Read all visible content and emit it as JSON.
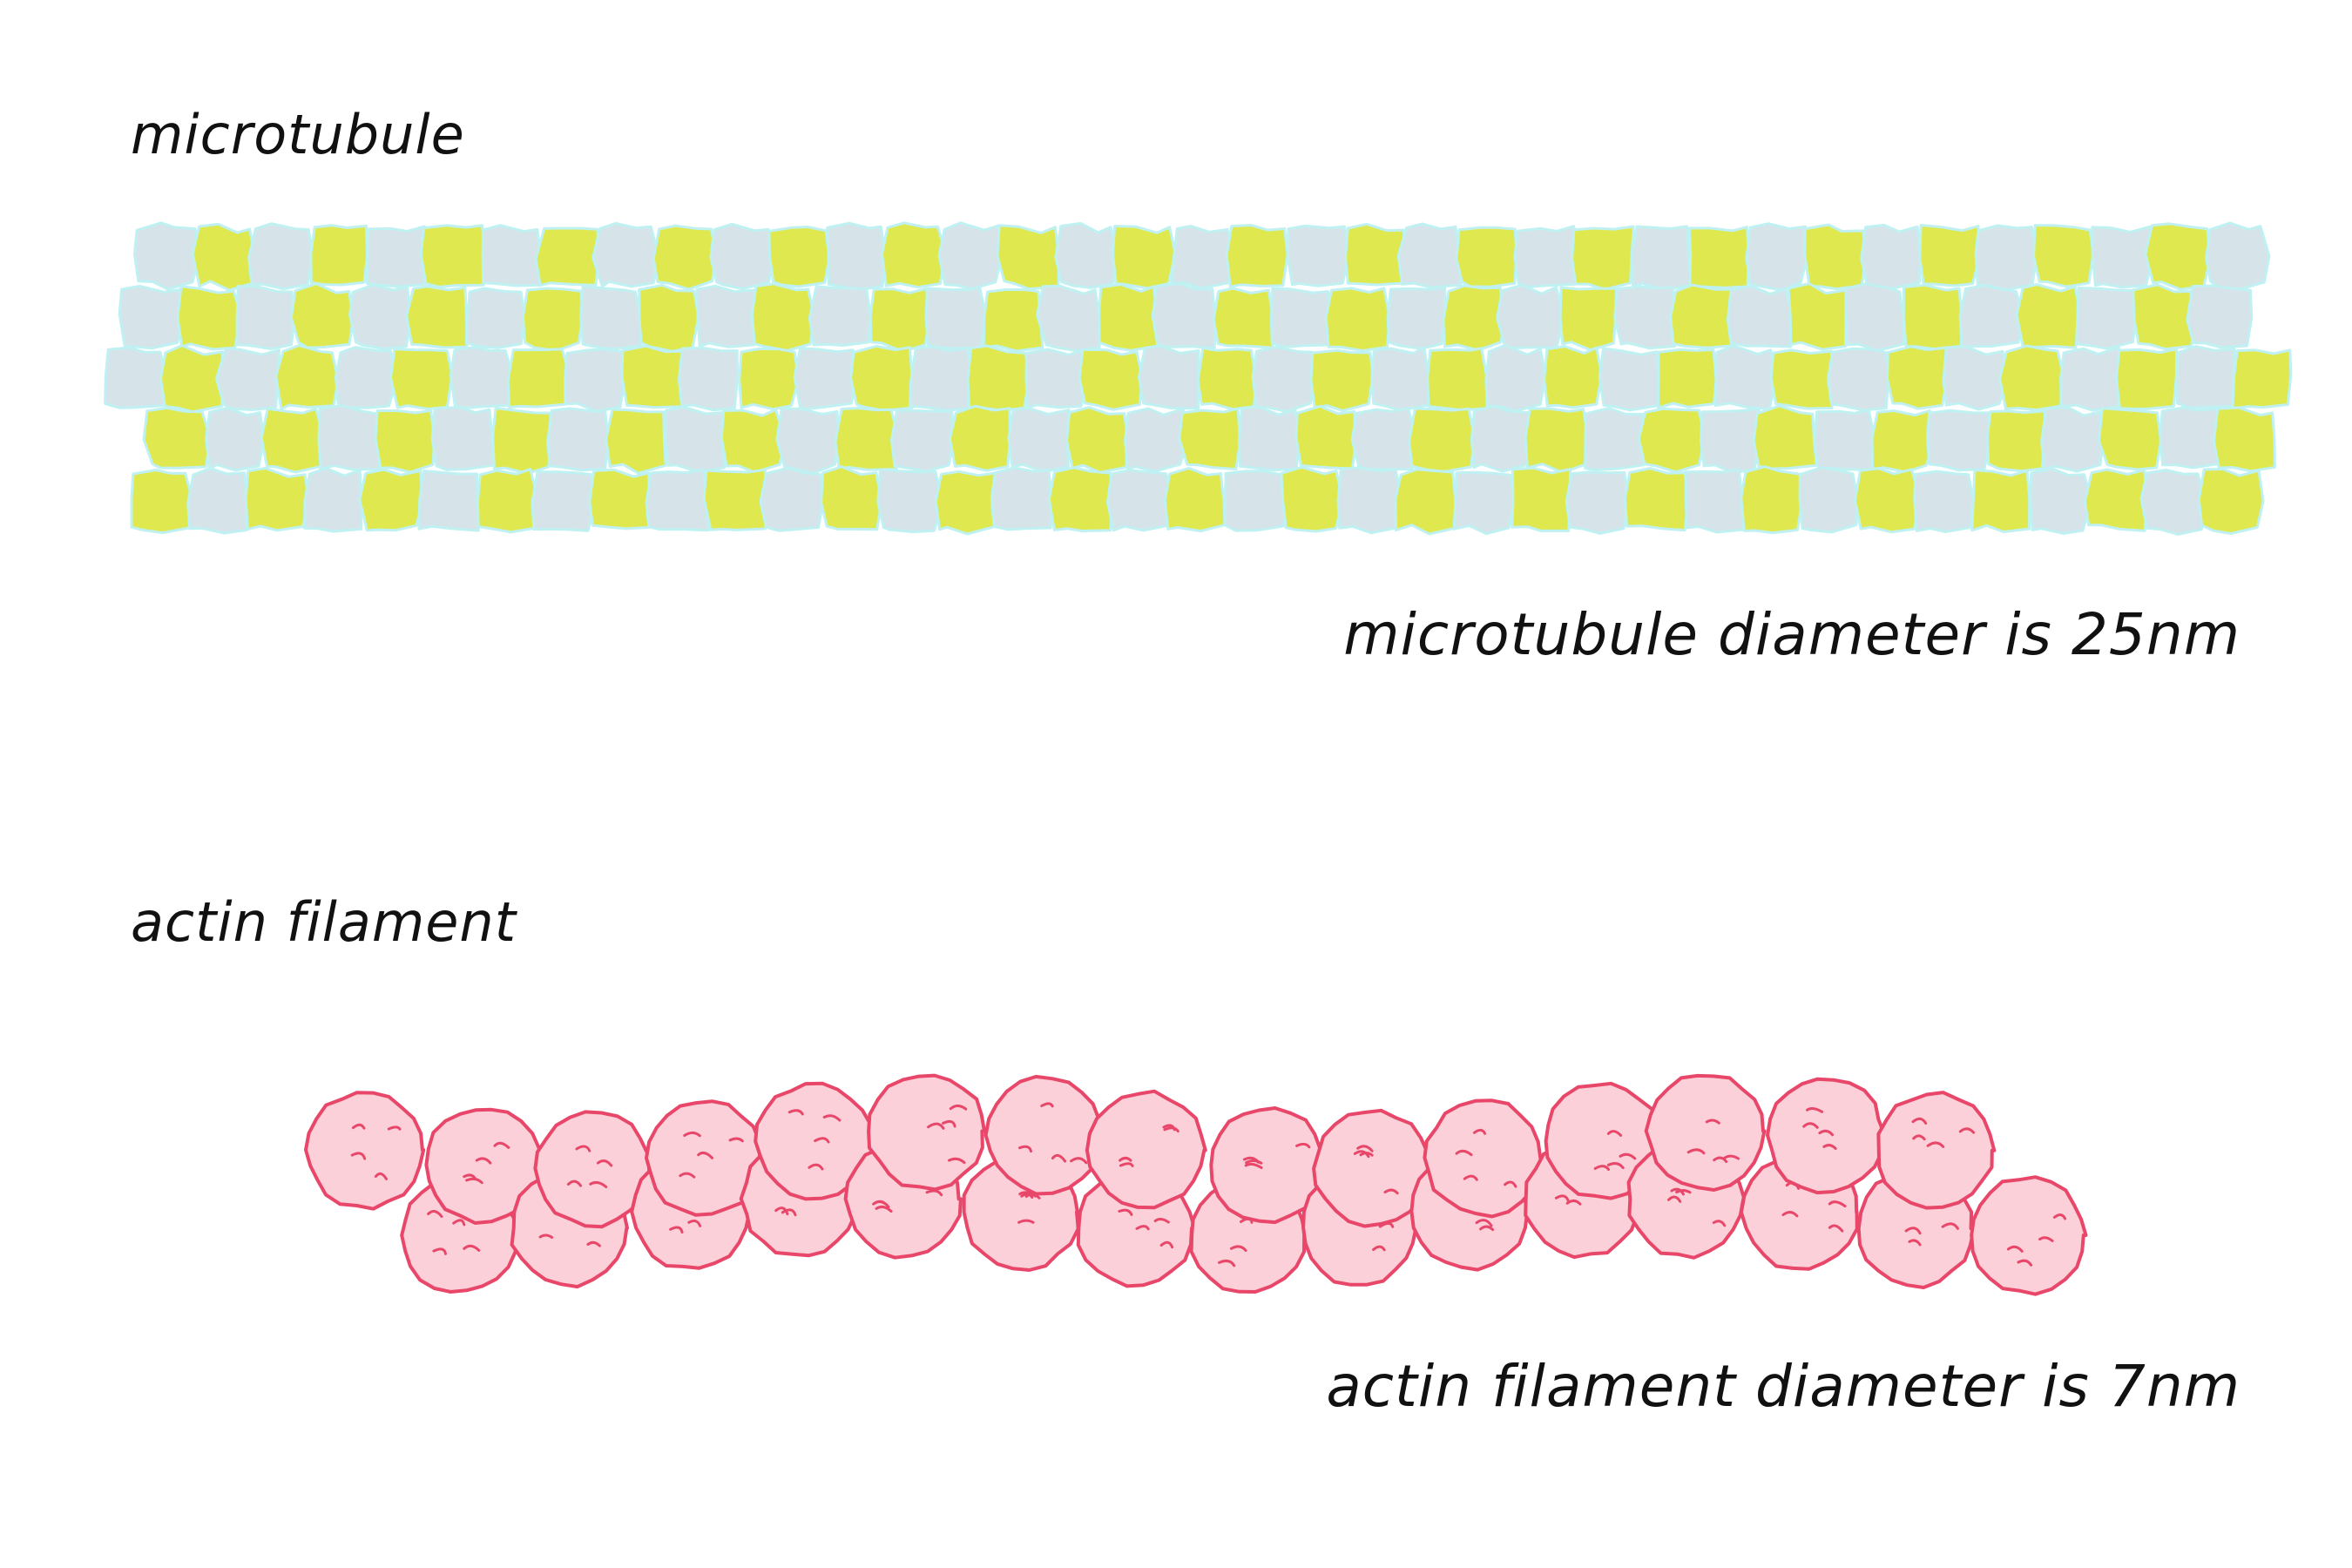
{
  "microtubule": {
    "title": "microtubule",
    "diameter_label": "microtubule diameter is 25nm",
    "colors": {
      "tubulin_light": "#d6e4ea",
      "tubulin_stripe": "#dfe94f",
      "outline": "#bff0f2"
    }
  },
  "actin": {
    "title": "actin filament",
    "diameter_label": "actin filament diameter is 7nm",
    "colors": {
      "fill": "#fbd0d8",
      "outline": "#e8476a"
    }
  }
}
